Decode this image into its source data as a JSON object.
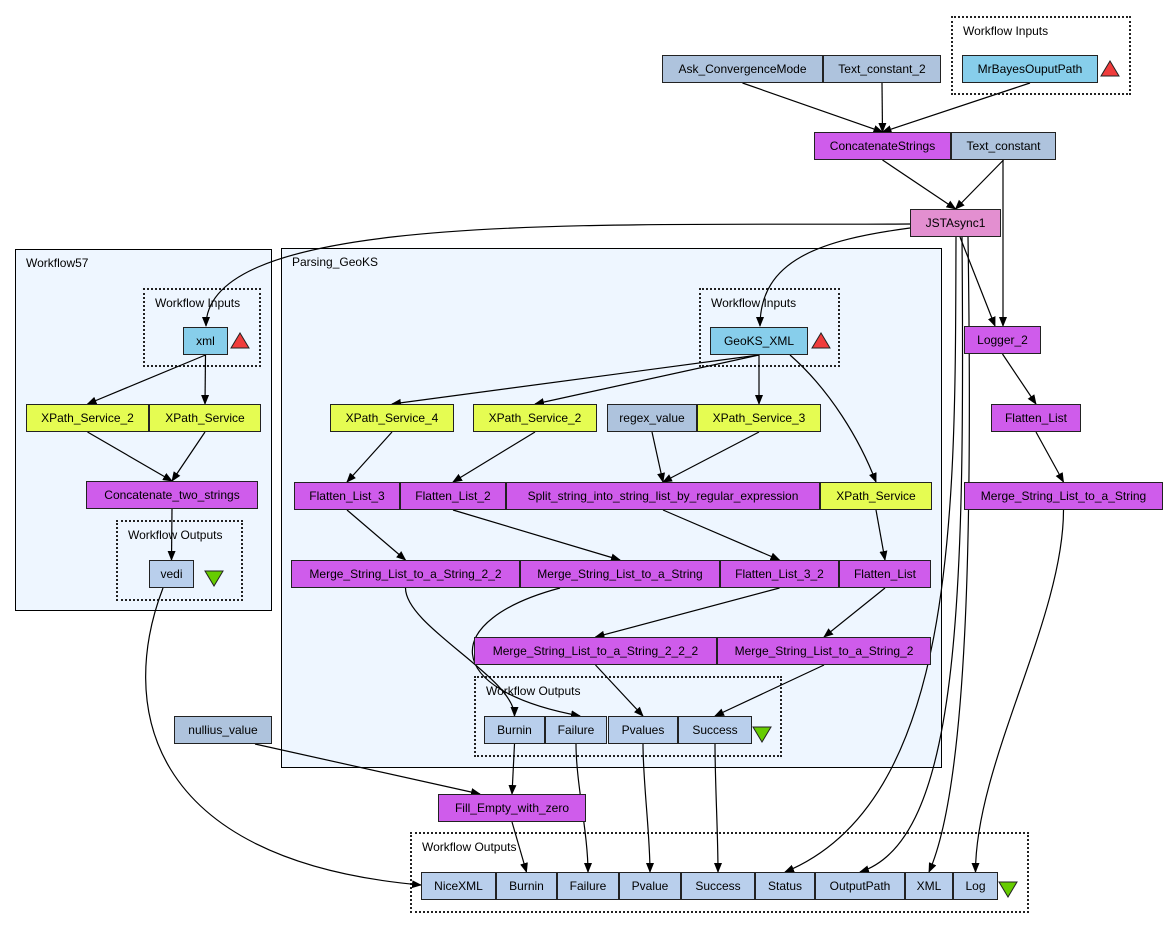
{
  "colors": {
    "processor": "#cf5ceb",
    "xpath": "#e5fc52",
    "constant": "#aec3dd",
    "input": "#87ceeb",
    "output": "#b9cfec",
    "async": "#e38fd0",
    "cluster": "#eef6ff",
    "input_marker": "#f03c3c",
    "output_marker": "#66cc00"
  },
  "clusters": {
    "top_inputs": "Workflow Inputs",
    "workflow57": "Workflow57",
    "w57_inputs": "Workflow Inputs",
    "w57_outputs": "Workflow Outputs",
    "parsing": "Parsing_GeoKS",
    "parsing_inputs": "Workflow Inputs",
    "parsing_outputs": "Workflow Outputs",
    "main_outputs": "Workflow Outputs"
  },
  "nodes": {
    "ask": {
      "label": "Ask_ConvergenceMode",
      "kind": "constant"
    },
    "tc2": {
      "label": "Text_constant_2",
      "kind": "constant"
    },
    "mrb": {
      "label": "MrBayesOuputPath",
      "kind": "input"
    },
    "concat": {
      "label": "ConcatenateStrings",
      "kind": "processor"
    },
    "tc": {
      "label": "Text_constant",
      "kind": "constant"
    },
    "jst": {
      "label": "JSTAsync1",
      "kind": "async"
    },
    "xml": {
      "label": "xml",
      "kind": "input"
    },
    "w57_xp2": {
      "label": "XPath_Service_2",
      "kind": "xpath"
    },
    "w57_xp": {
      "label": "XPath_Service",
      "kind": "xpath"
    },
    "cat2": {
      "label": "Concatenate_two_strings",
      "kind": "processor"
    },
    "vedi": {
      "label": "vedi",
      "kind": "output"
    },
    "geoks": {
      "label": "GeoKS_XML",
      "kind": "input"
    },
    "xp4": {
      "label": "XPath_Service_4",
      "kind": "xpath"
    },
    "p_xp2": {
      "label": "XPath_Service_2",
      "kind": "xpath"
    },
    "regex": {
      "label": "regex_value",
      "kind": "constant"
    },
    "xp3": {
      "label": "XPath_Service_3",
      "kind": "xpath"
    },
    "fl3": {
      "label": "Flatten_List_3",
      "kind": "processor"
    },
    "fl2": {
      "label": "Flatten_List_2",
      "kind": "processor"
    },
    "split": {
      "label": "Split_string_into_string_list_by_regular_expression",
      "kind": "processor"
    },
    "p_xp": {
      "label": "XPath_Service",
      "kind": "xpath"
    },
    "m22": {
      "label": "Merge_String_List_to_a_String_2_2",
      "kind": "processor"
    },
    "m": {
      "label": "Merge_String_List_to_a_String",
      "kind": "processor"
    },
    "fl32": {
      "label": "Flatten_List_3_2",
      "kind": "processor"
    },
    "p_fl": {
      "label": "Flatten_List",
      "kind": "processor"
    },
    "m222": {
      "label": "Merge_String_List_to_a_String_2_2_2",
      "kind": "processor"
    },
    "m2": {
      "label": "Merge_String_List_to_a_String_2",
      "kind": "processor"
    },
    "o_burnin": {
      "label": "Burnin",
      "kind": "output"
    },
    "o_failure": {
      "label": "Failure",
      "kind": "output"
    },
    "o_pvalues": {
      "label": "Pvalues",
      "kind": "output"
    },
    "o_success": {
      "label": "Success",
      "kind": "output"
    },
    "nullius": {
      "label": "nullius_value",
      "kind": "constant"
    },
    "fill": {
      "label": "Fill_Empty_with_zero",
      "kind": "processor"
    },
    "logger": {
      "label": "Logger_2",
      "kind": "processor"
    },
    "r_fl": {
      "label": "Flatten_List",
      "kind": "processor"
    },
    "r_merge": {
      "label": "Merge_String_List_to_a_String",
      "kind": "processor"
    },
    "nicexml": {
      "label": "NiceXML",
      "kind": "output"
    },
    "burnin": {
      "label": "Burnin",
      "kind": "output"
    },
    "failure": {
      "label": "Failure",
      "kind": "output"
    },
    "pvalue": {
      "label": "Pvalue",
      "kind": "output"
    },
    "success": {
      "label": "Success",
      "kind": "output"
    },
    "status": {
      "label": "Status",
      "kind": "output"
    },
    "outputpath": {
      "label": "OutputPath",
      "kind": "output"
    },
    "xmlout": {
      "label": "XML",
      "kind": "output"
    },
    "log": {
      "label": "Log",
      "kind": "output"
    }
  },
  "edges": [
    [
      "ask",
      "concat"
    ],
    [
      "tc2",
      "concat"
    ],
    [
      "mrb",
      "concat"
    ],
    [
      "concat",
      "jst"
    ],
    [
      "tc",
      "jst"
    ],
    [
      "tc",
      "logger"
    ],
    [
      "jst",
      "xml"
    ],
    [
      "jst",
      "geoks"
    ],
    [
      "jst",
      "logger"
    ],
    [
      "jst",
      "status"
    ],
    [
      "jst",
      "outputpath"
    ],
    [
      "jst",
      "xmlout"
    ],
    [
      "xml",
      "w57_xp2"
    ],
    [
      "xml",
      "w57_xp"
    ],
    [
      "w57_xp2",
      "cat2"
    ],
    [
      "w57_xp",
      "cat2"
    ],
    [
      "cat2",
      "vedi"
    ],
    [
      "geoks",
      "xp4"
    ],
    [
      "geoks",
      "p_xp2"
    ],
    [
      "geoks",
      "xp3"
    ],
    [
      "geoks",
      "p_xp"
    ],
    [
      "xp4",
      "fl3"
    ],
    [
      "p_xp2",
      "fl2"
    ],
    [
      "regex",
      "split"
    ],
    [
      "xp3",
      "split"
    ],
    [
      "fl3",
      "m22"
    ],
    [
      "fl2",
      "m"
    ],
    [
      "split",
      "fl32"
    ],
    [
      "p_xp",
      "p_fl"
    ],
    [
      "m22",
      "o_burnin"
    ],
    [
      "m",
      "o_failure"
    ],
    [
      "fl32",
      "m222"
    ],
    [
      "p_fl",
      "m2"
    ],
    [
      "m222",
      "o_pvalues"
    ],
    [
      "m2",
      "o_success"
    ],
    [
      "nullius",
      "fill"
    ],
    [
      "o_burnin",
      "fill"
    ],
    [
      "fill",
      "burnin"
    ],
    [
      "o_failure",
      "failure"
    ],
    [
      "o_pvalues",
      "pvalue"
    ],
    [
      "o_success",
      "success"
    ],
    [
      "vedi",
      "nicexml"
    ],
    [
      "logger",
      "r_fl"
    ],
    [
      "r_fl",
      "r_merge"
    ],
    [
      "r_merge",
      "log"
    ]
  ]
}
